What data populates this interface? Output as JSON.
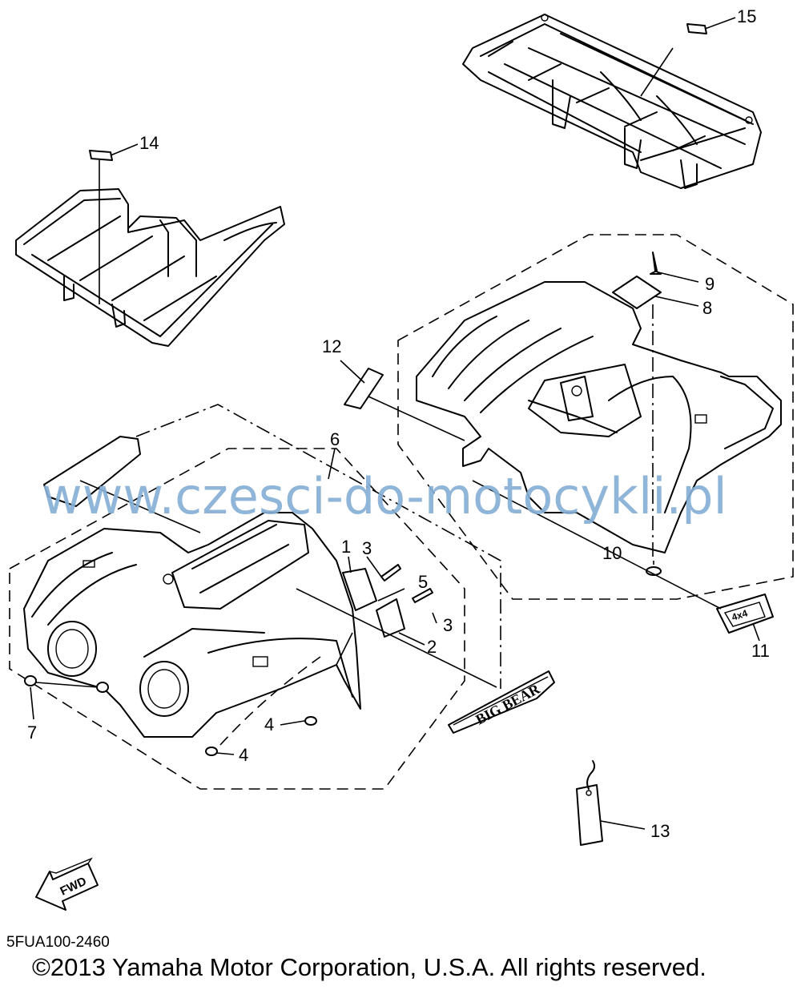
{
  "callouts": [
    {
      "id": "1",
      "label": "1"
    },
    {
      "id": "2",
      "label": "2"
    },
    {
      "id": "3a",
      "label": "3"
    },
    {
      "id": "3b",
      "label": "3"
    },
    {
      "id": "4a",
      "label": "4"
    },
    {
      "id": "4b",
      "label": "4"
    },
    {
      "id": "5",
      "label": "5"
    },
    {
      "id": "6",
      "label": "6"
    },
    {
      "id": "7",
      "label": "7"
    },
    {
      "id": "8",
      "label": "8"
    },
    {
      "id": "9",
      "label": "9"
    },
    {
      "id": "10",
      "label": "10"
    },
    {
      "id": "11",
      "label": "11"
    },
    {
      "id": "12",
      "label": "12"
    },
    {
      "id": "13",
      "label": "13"
    },
    {
      "id": "14",
      "label": "14"
    },
    {
      "id": "15",
      "label": "15"
    }
  ],
  "labels": {
    "fwd": "FWD",
    "big_bear": "BIG BEAR",
    "four_by_four": "4x4"
  },
  "watermark": "www.czesci-do-motocykli.pl",
  "diagram_code": "5FUA100-2460",
  "copyright": "©2013 Yamaha Motor Corporation, U.S.A. All rights reserved."
}
